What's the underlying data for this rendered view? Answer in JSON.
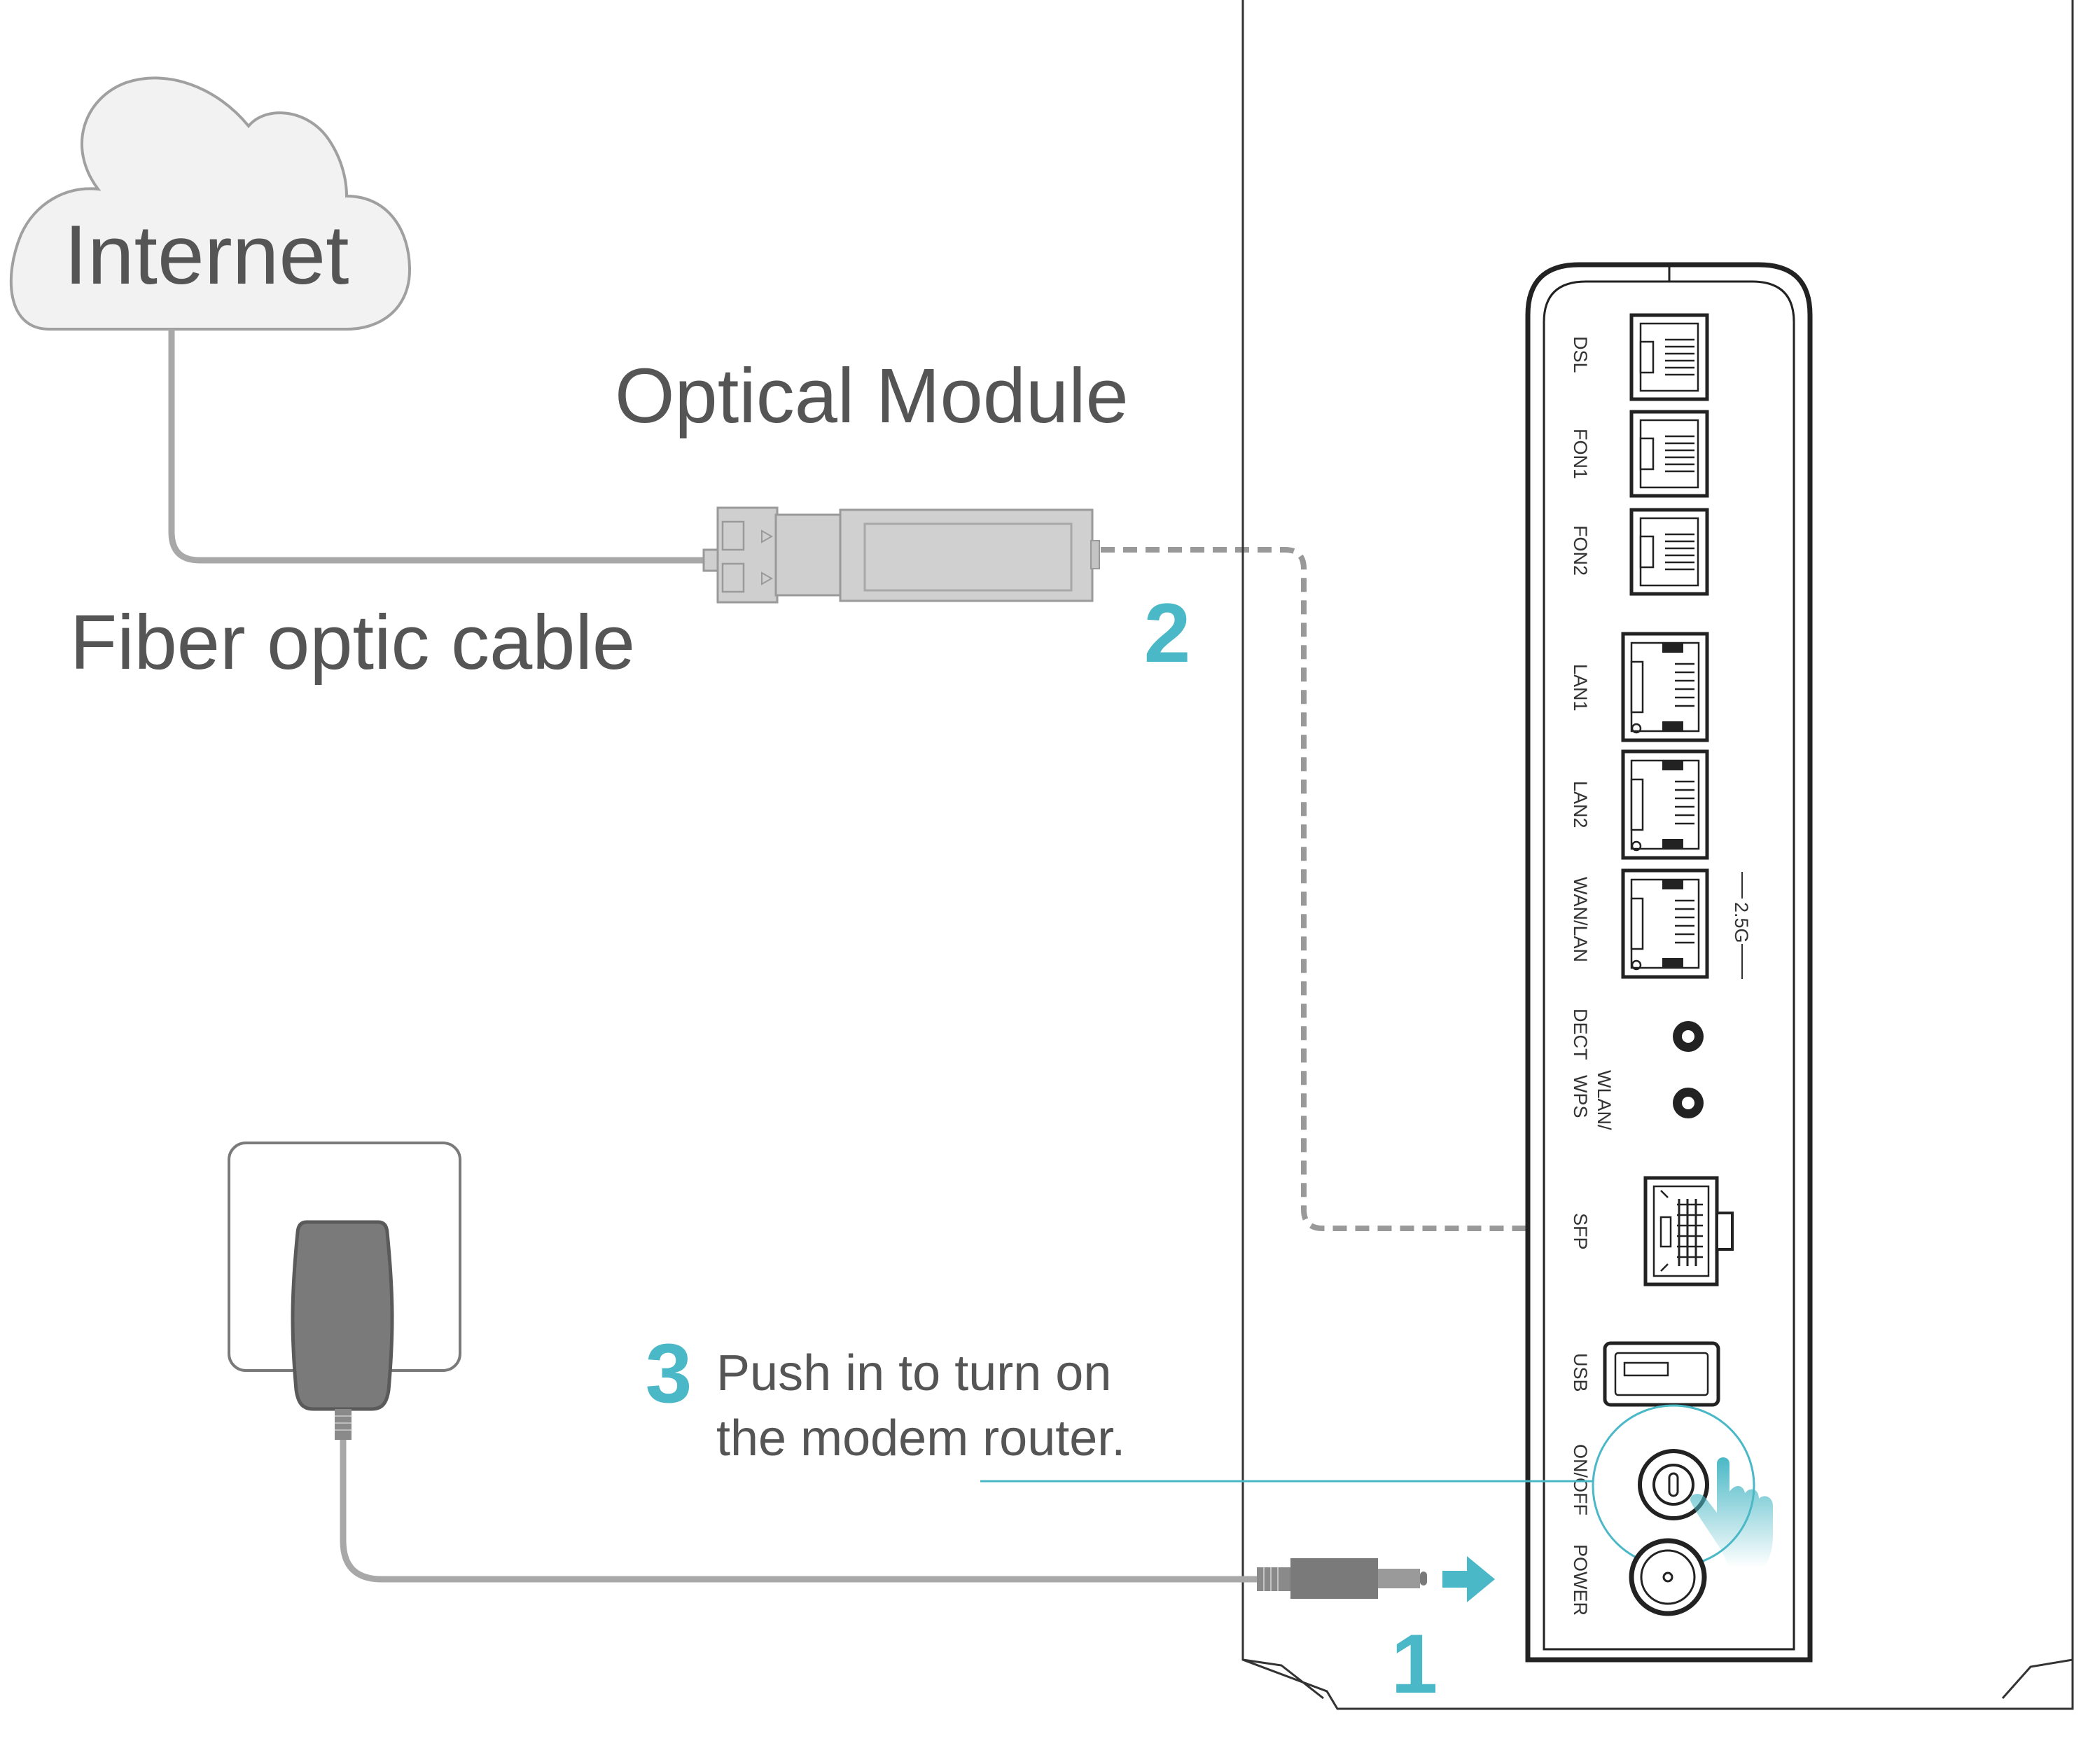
{
  "labels": {
    "internet": "Internet",
    "optical_module": "Optical Module",
    "fiber_cable": "Fiber optic cable",
    "instruction_line1": "Push in to turn on",
    "instruction_line2": "the modem router."
  },
  "steps": {
    "step1": "1",
    "step2": "2",
    "step3": "3"
  },
  "ports": {
    "dsl": "DSL",
    "fon1": "FON1",
    "fon2": "FON2",
    "lan1": "LAN1",
    "lan2": "LAN2",
    "wan_lan": "WAN/LAN",
    "speed": "2.5G",
    "dect": "DECT",
    "wlan_wps_1": "WLAN/",
    "wlan_wps_2": "WPS",
    "sfp": "SFP",
    "usb": "USB",
    "on_off": "ON/OFF",
    "power": "POWER"
  },
  "colors": {
    "accent": "#4ab8c6",
    "text": "#555555",
    "cable": "#a8a8a8",
    "adapter": "#7a7a7a"
  }
}
